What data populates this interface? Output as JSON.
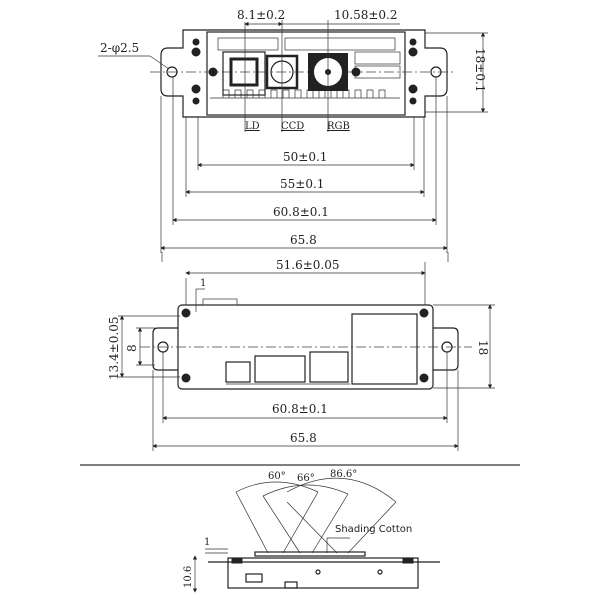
{
  "top_view": {
    "dim_ld_ccd": "8.1±0.2",
    "dim_ccd_rgb": "10.58±0.2",
    "hole_callout": "2-φ2.5",
    "height": "18±0.1",
    "label_ld": "LD",
    "label_ccd": "CCD",
    "label_rgb": "RGB",
    "width_50": "50±0.1",
    "width_55": "55±0.1",
    "width_60_8": "60.8±0.1",
    "width_65_8": "65.8"
  },
  "side_view": {
    "width_51_6": "51.6±0.05",
    "offset_1": "1",
    "height_13_4": "13.4±0.05",
    "ear_8": "8",
    "height_18": "18",
    "width_60_8": "60.8±0.1",
    "width_65_8": "65.8"
  },
  "fov_view": {
    "angle_ld": "60°",
    "angle_ccd": "66°",
    "angle_rgb": "86.6°",
    "shading_label": "Shading Cotton",
    "offset_1": "1",
    "height": "10.6"
  }
}
